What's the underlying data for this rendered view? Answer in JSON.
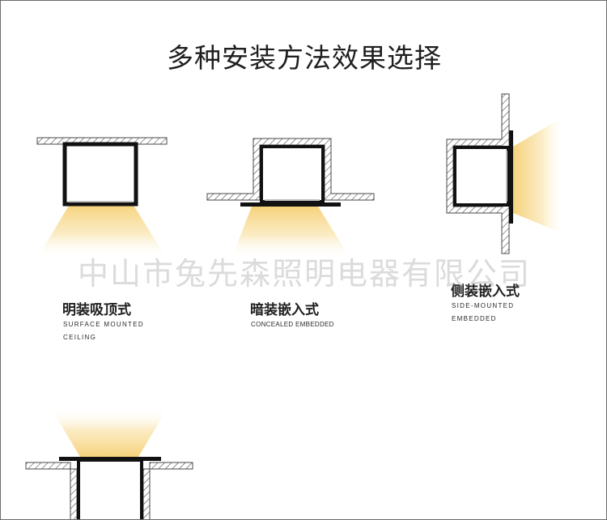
{
  "title": "多种安装方法效果选择",
  "watermark": "中山市兔先森照明电器有限公司",
  "colors": {
    "wall": "#4a4a4a",
    "hatch": "#5a5a5a",
    "profile": "#111111",
    "light": "#f8d98c"
  },
  "methods": [
    {
      "cn": "明装吸顶式",
      "en_line1": "SURFACE MOUNTED",
      "en_line2": "CEILING"
    },
    {
      "cn": "暗装嵌入式",
      "en_line1": "CONCEALED EMBEDDED"
    },
    {
      "cn": "侧装嵌入式",
      "en_line1": "SIDE-MOUNTED",
      "en_line2": "EMBEDDED"
    }
  ]
}
